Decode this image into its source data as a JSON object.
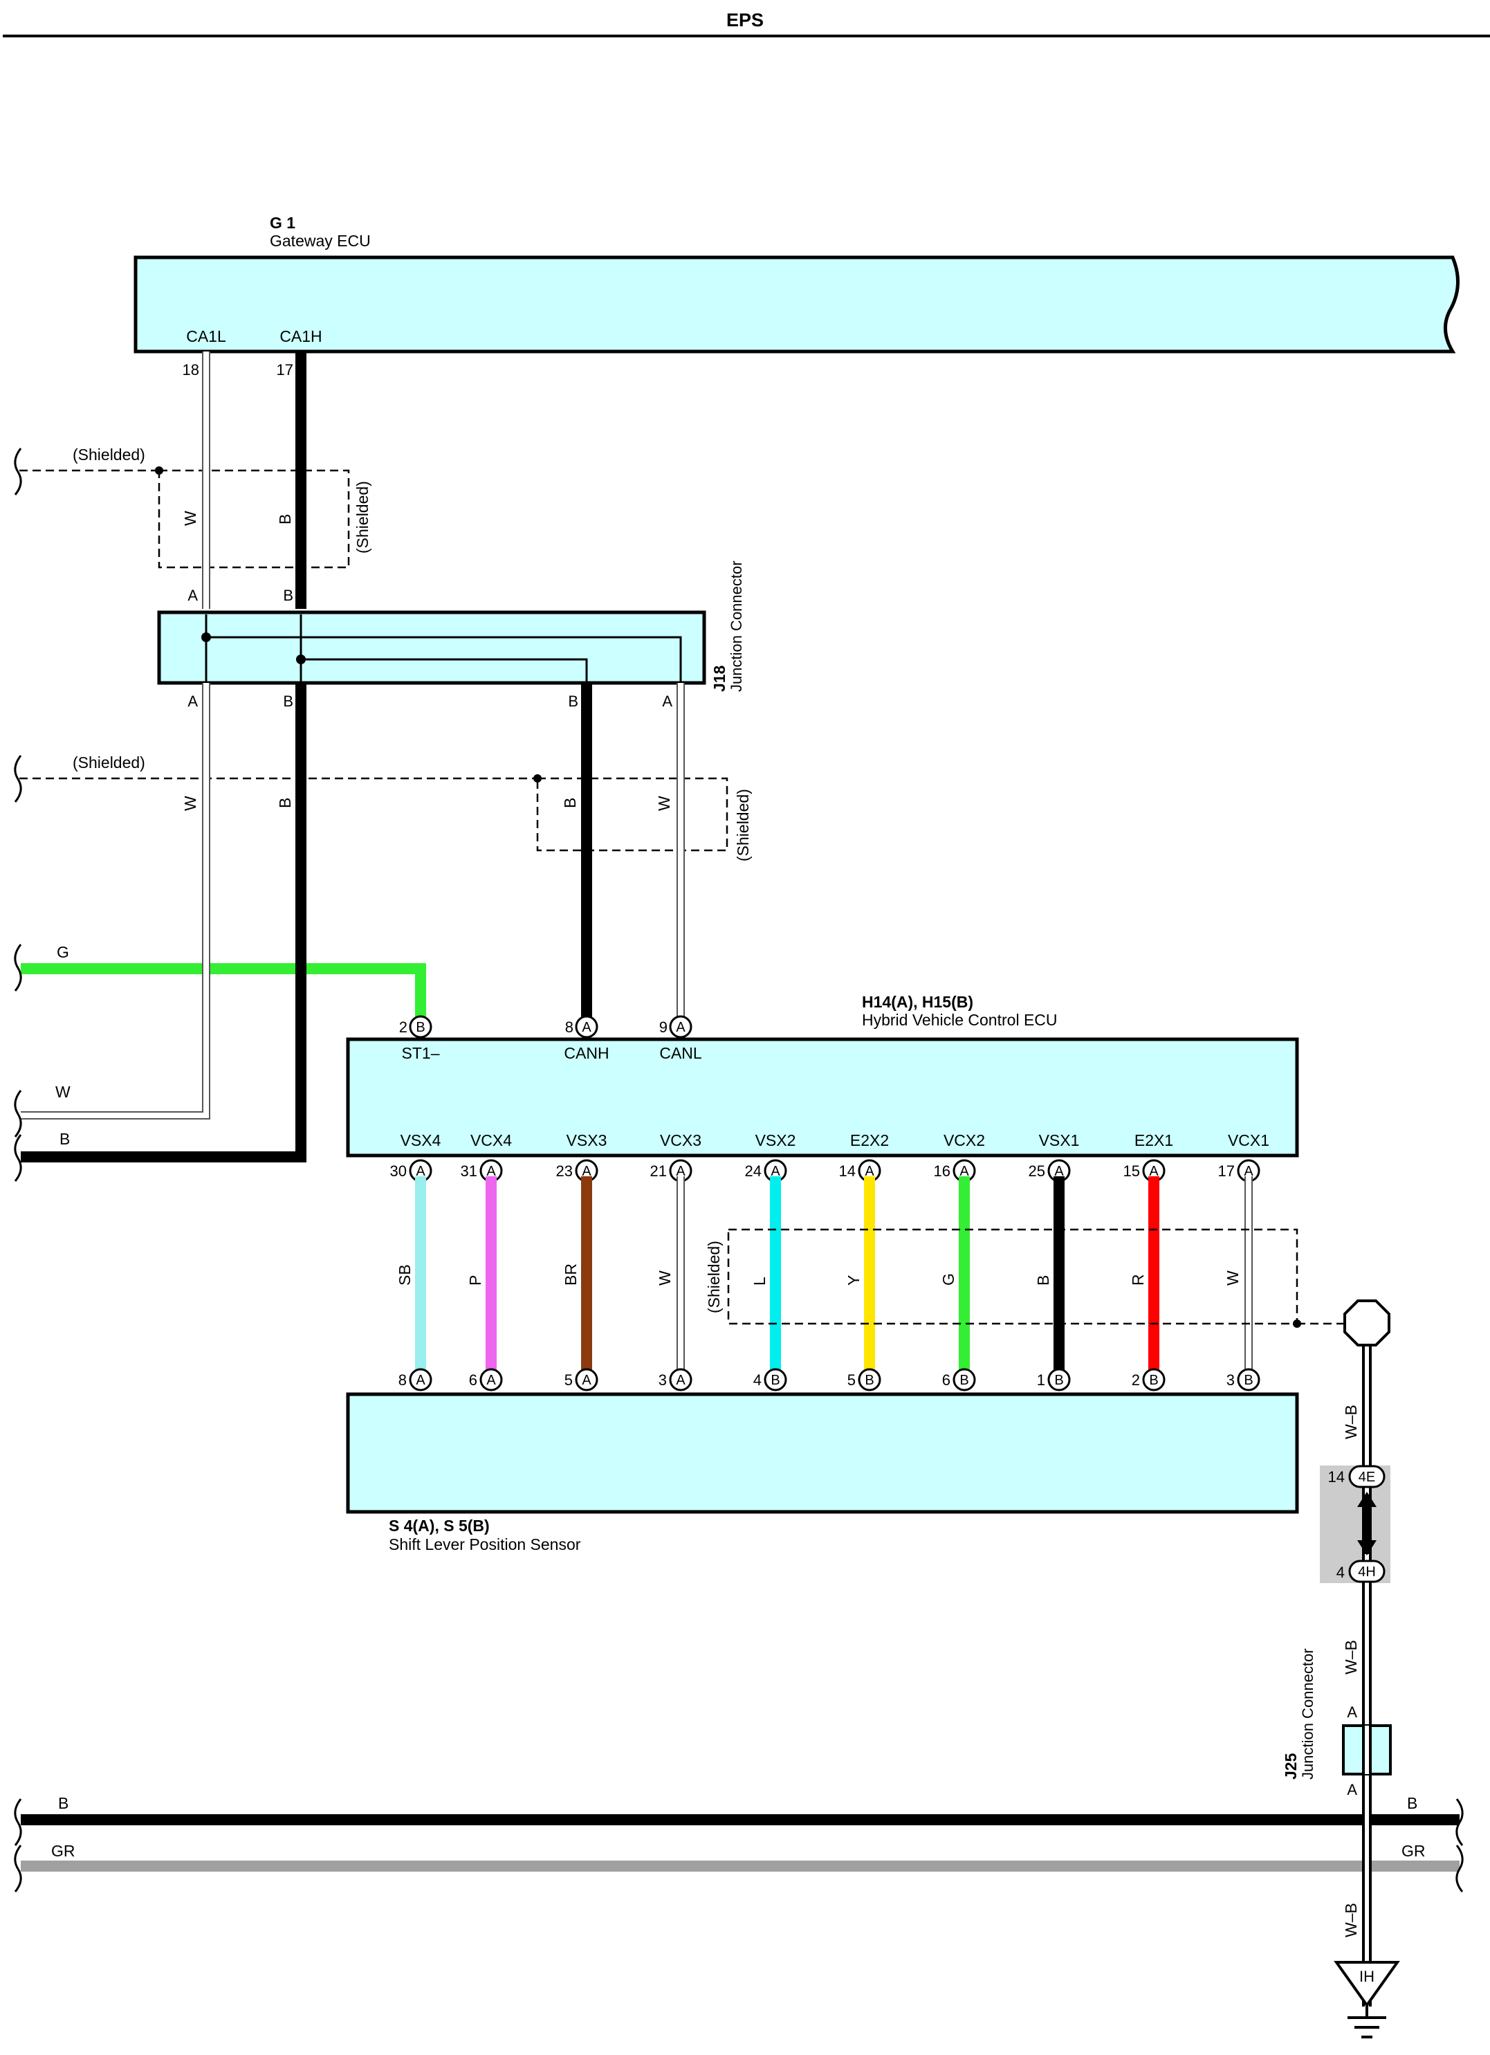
{
  "page_title": "EPS",
  "colors": {
    "ecu_fill": "#ccffff",
    "wire_W": "#ffffff",
    "wire_B": "#000000",
    "wire_G": "#33ee33",
    "wire_SB": "#99eeee",
    "wire_P": "#ee66ee",
    "wire_BR": "#8b3a10",
    "wire_L": "#00eeee",
    "wire_Y": "#ffe600",
    "wire_R": "#ff0000",
    "wire_GR": "#a0a0a0",
    "junction_shade": "#cccccc"
  },
  "gateway": {
    "code": "G 1",
    "name": "Gateway ECU",
    "terminals": [
      {
        "label": "CA1L",
        "pin": "18"
      },
      {
        "label": "CA1H",
        "pin": "17"
      }
    ]
  },
  "j18": {
    "code": "J18",
    "name": "Junction Connector",
    "top_pins": [
      "A",
      "B"
    ],
    "bottom_pins": [
      "A",
      "B",
      "B",
      "A"
    ]
  },
  "shielded_label": "(Shielded)",
  "wire_colors_upper": {
    "w": "W",
    "b": "B"
  },
  "wire_colors_mid": {
    "b": "B",
    "w": "W"
  },
  "left_entries": [
    {
      "color": "G"
    },
    {
      "color": "W"
    },
    {
      "color": "B"
    }
  ],
  "hv_ecu": {
    "code": "H14(A), H15(B)",
    "name": "Hybrid Vehicle Control ECU",
    "top_terminals": [
      {
        "pin": "2",
        "conn": "B",
        "label": "ST1–"
      },
      {
        "pin": "8",
        "conn": "A",
        "label": "CANH"
      },
      {
        "pin": "9",
        "conn": "A",
        "label": "CANL"
      }
    ],
    "bottom_terminals": [
      {
        "pin": "30",
        "conn": "A",
        "label": "VSX4"
      },
      {
        "pin": "31",
        "conn": "A",
        "label": "VCX4"
      },
      {
        "pin": "23",
        "conn": "A",
        "label": "VSX3"
      },
      {
        "pin": "21",
        "conn": "A",
        "label": "VCX3"
      },
      {
        "pin": "24",
        "conn": "A",
        "label": "VSX2"
      },
      {
        "pin": "14",
        "conn": "A",
        "label": "E2X2"
      },
      {
        "pin": "16",
        "conn": "A",
        "label": "VCX2"
      },
      {
        "pin": "25",
        "conn": "A",
        "label": "VSX1"
      },
      {
        "pin": "15",
        "conn": "A",
        "label": "E2X1"
      },
      {
        "pin": "17",
        "conn": "A",
        "label": "VCX1"
      }
    ]
  },
  "wires": [
    {
      "color": "SB"
    },
    {
      "color": "P"
    },
    {
      "color": "BR"
    },
    {
      "color": "W"
    },
    {
      "color": "L"
    },
    {
      "color": "Y"
    },
    {
      "color": "G"
    },
    {
      "color": "B"
    },
    {
      "color": "R"
    },
    {
      "color": "W"
    }
  ],
  "shift_sensor": {
    "code": "S 4(A), S 5(B)",
    "name": "Shift Lever Position Sensor",
    "terminals": [
      {
        "pin": "8",
        "conn": "A",
        "label": "VSX4"
      },
      {
        "pin": "6",
        "conn": "A",
        "label": "VCX4"
      },
      {
        "pin": "5",
        "conn": "A",
        "label": "VSX3"
      },
      {
        "pin": "3",
        "conn": "A",
        "label": "VCX3"
      },
      {
        "pin": "4",
        "conn": "B",
        "label": "VSX2"
      },
      {
        "pin": "5",
        "conn": "B",
        "label": "E2X2"
      },
      {
        "pin": "6",
        "conn": "B",
        "label": "VCX2"
      },
      {
        "pin": "1",
        "conn": "B",
        "label": "VSX1"
      },
      {
        "pin": "2",
        "conn": "B",
        "label": "E2X1"
      },
      {
        "pin": "3",
        "conn": "B",
        "label": "VCX1"
      }
    ]
  },
  "ground_path": {
    "wire": "W–B",
    "junction_upper": {
      "pin": "14",
      "conn": "4E"
    },
    "junction_lower": {
      "pin": "4",
      "conn": "4H"
    },
    "j25": {
      "code": "J25",
      "name": "Junction Connector",
      "pins": [
        "A",
        "A"
      ]
    },
    "ground": "IH"
  },
  "bus_lines": [
    {
      "color": "B"
    },
    {
      "color": "GR"
    }
  ]
}
